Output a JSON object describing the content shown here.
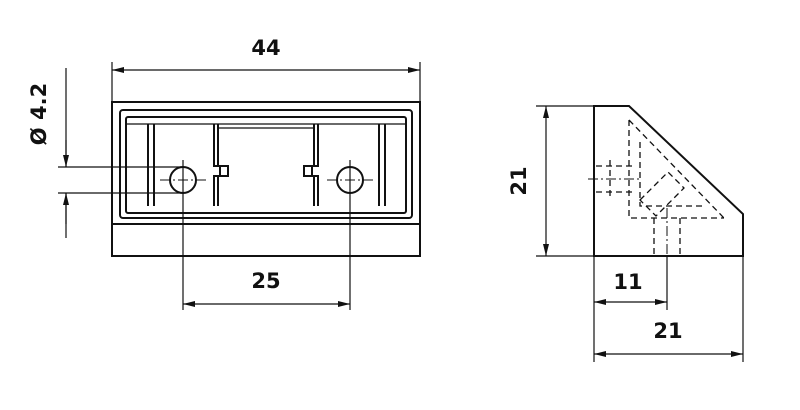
{
  "dimensions": {
    "overall_width": "44",
    "hole_diameter": "Ø 4.2",
    "hole_spacing": "25",
    "side_height": "21",
    "side_offset": "11",
    "side_width": "21"
  }
}
